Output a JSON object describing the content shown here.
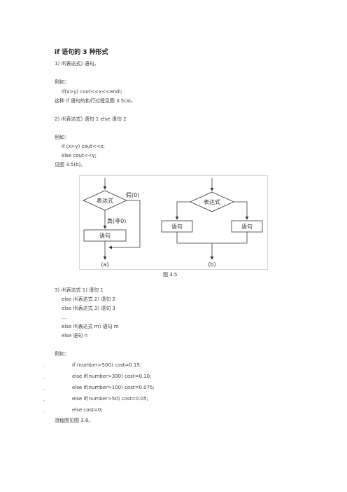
{
  "heading": "if 语句的 3 种形式",
  "sections": {
    "form1_title": "1) if(表达式) 语句。",
    "form1_example_label": "例如：",
    "form1_code": "if(x>y) cout<<x<<endl;",
    "form1_note": "这种 if 语句的执行过程见图 3.5(a)。",
    "form2_title": "2) if(表达式) 语句 1 else 语句 2",
    "form2_example_label": "例如：",
    "form2_code_1": "if (x>y) cout<<x;",
    "form2_code_2": "else    cout<<y;",
    "form2_note": "见图 3.5(b)。",
    "form3_title": "3) if(表达式 1) 语句 1",
    "form3_lines": [
      "else if(表达式 2) 语句 2",
      "else if(表达式 3) 语句 3",
      "…",
      "else if(表达式 m) 语句 m",
      "else    语句 n"
    ],
    "form3_example_label": "例如：",
    "form3_code": [
      "if (number>500) cost=0.15;",
      "else if(number>300) cost=0.10;",
      "else if(number>100) cost=0.075;",
      "else if(number>50) cost=0.05;",
      "else cost=0;"
    ],
    "bullet_mark": ".",
    "final_note": "流程图见图 3.6。"
  },
  "figure": {
    "caption": "图  3.5",
    "a": {
      "diamond": "表达式",
      "false_label": "假(0)",
      "true_label": "真(非0)",
      "box": "语句",
      "sub_label": "(a)"
    },
    "b": {
      "diamond": "表达式",
      "left_box": "语句",
      "right_box": "语句",
      "sub_label": "(b)"
    }
  }
}
